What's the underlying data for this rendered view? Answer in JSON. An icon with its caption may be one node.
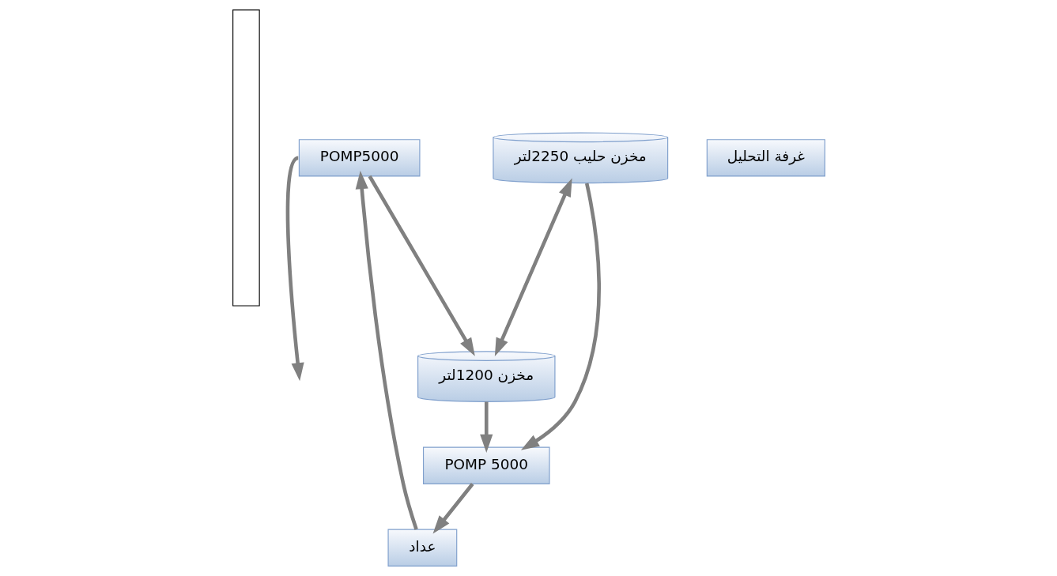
{
  "diagram": {
    "nodes": [
      {
        "text": [],
        "shape": "bar"
      },
      {
        "text": [
          "POMP5000"
        ]
      },
      {
        "text": [
          "غرفة التحليل"
        ]
      },
      {
        "text": [
          "عداد"
        ]
      },
      {
        "text": [
          "مخزن 1200لتر"
        ]
      },
      {
        "text": [
          "مخزن حليب 2250لتر"
        ]
      },
      {
        "text": [
          "POMP 5000"
        ]
      }
    ],
    "edges": [
      {
        "from": 1,
        "to": 4,
        "arrow": "to"
      },
      {
        "from": 6,
        "to": 3,
        "arrow": "to"
      },
      {
        "from": 3,
        "to": 1,
        "arrow": "to"
      },
      {
        "from": 1,
        "to": null,
        "arrow": "to"
      },
      {
        "from": 5,
        "to": 4,
        "arrow": "both"
      },
      {
        "from": 4,
        "to": 6,
        "arrow": "to"
      },
      {
        "from": 5,
        "to": 6,
        "arrow": "to"
      }
    ]
  }
}
